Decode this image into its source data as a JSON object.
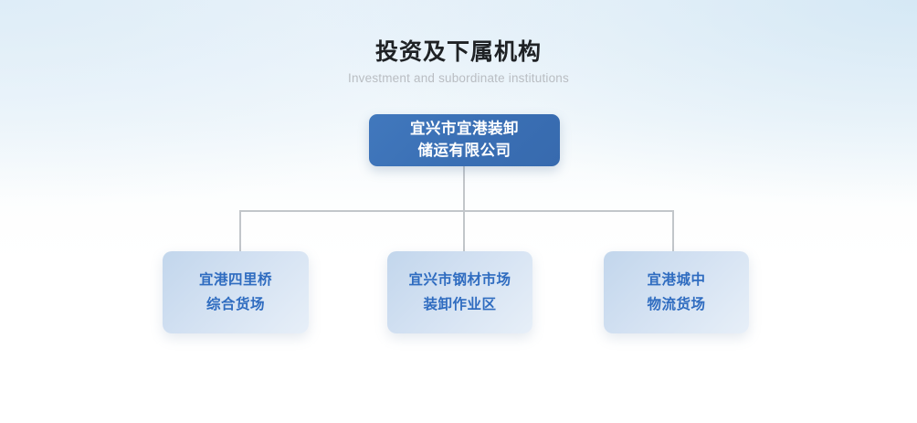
{
  "header": {
    "title": "投资及下属机构",
    "subtitle": "Investment and subordinate institutions"
  },
  "chart": {
    "root": {
      "label": "宜兴市宜港装卸\n储运有限公司",
      "line1": "宜兴市宜港装卸",
      "line2": "储运有限公司"
    },
    "children": [
      {
        "line1": "宜港四里桥",
        "line2": "综合货场"
      },
      {
        "line1": "宜兴市钢材市场",
        "line2": "装卸作业区"
      },
      {
        "line1": "宜港城中",
        "line2": "物流货场"
      }
    ]
  },
  "colors": {
    "root_fill": "#3b73b9",
    "root_text": "#ffffff",
    "child_fill_start": "#c2d6ec",
    "child_fill_end": "#e7eff8",
    "child_text": "#2f6cc0",
    "connector": "#c2c6ca",
    "title_text": "#1f2225",
    "subtitle_text": "#b9bdc2",
    "background_tint": "#eef5fb"
  }
}
